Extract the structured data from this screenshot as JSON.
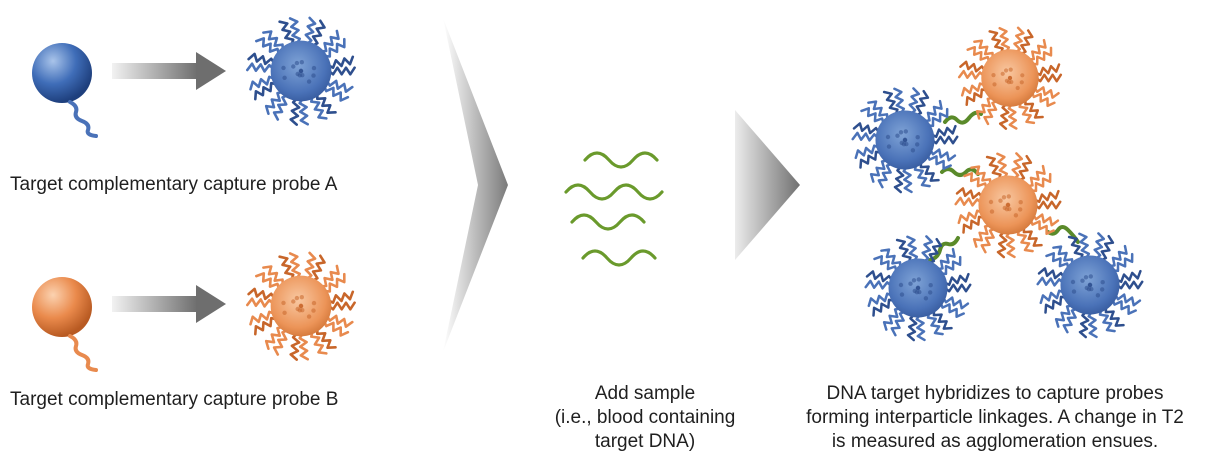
{
  "diagram": {
    "probe_a": {
      "label": "Target complementary capture probe A",
      "color": "#3a66b0",
      "color_light": "#7fa3d6",
      "strand_color": "#4a72b8"
    },
    "probe_b": {
      "label": "Target complementary capture probe B",
      "color": "#e8874a",
      "color_light": "#f4b488",
      "strand_color": "#e88a4e"
    },
    "sample": {
      "caption_lines": [
        "Add sample",
        "(i.e., blood containing",
        "target DNA)"
      ],
      "dna_color": "#6a9a2c"
    },
    "result": {
      "caption_lines": [
        "DNA target hybridizes to capture probes",
        "forming interparticle linkages. A change in T2",
        "is measured as agglomeration ensues."
      ],
      "linker_color": "#5a8a2a"
    },
    "arrow_color": "#6e6e6e"
  }
}
